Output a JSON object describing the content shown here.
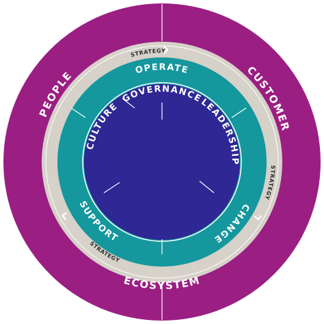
{
  "colors": {
    "outer_ring": "#9b1e83",
    "strategy_ring": "#d6d1c9",
    "teal_ring": "#14979d",
    "core": "#2e2794",
    "text_light": "#ffffff",
    "text_dark": "#2b2b2b"
  },
  "outer_ring": {
    "people": "PEOPLE",
    "customer": "CUSTOMER",
    "ecosystem": "ECOSYSTEM"
  },
  "strategy_ring": {
    "top": "STRATEGY",
    "right": "STRATEGY",
    "left": "STRATEGY",
    "arrow_icon": "chevron-right-icon"
  },
  "teal_ring": {
    "operate": "OPERATE",
    "change": "CHANGE",
    "support": "SUPPORT"
  },
  "core": {
    "culture": "CULTURE",
    "leadership": "LEADERSHIP",
    "governance": "GOVERNANCE"
  }
}
